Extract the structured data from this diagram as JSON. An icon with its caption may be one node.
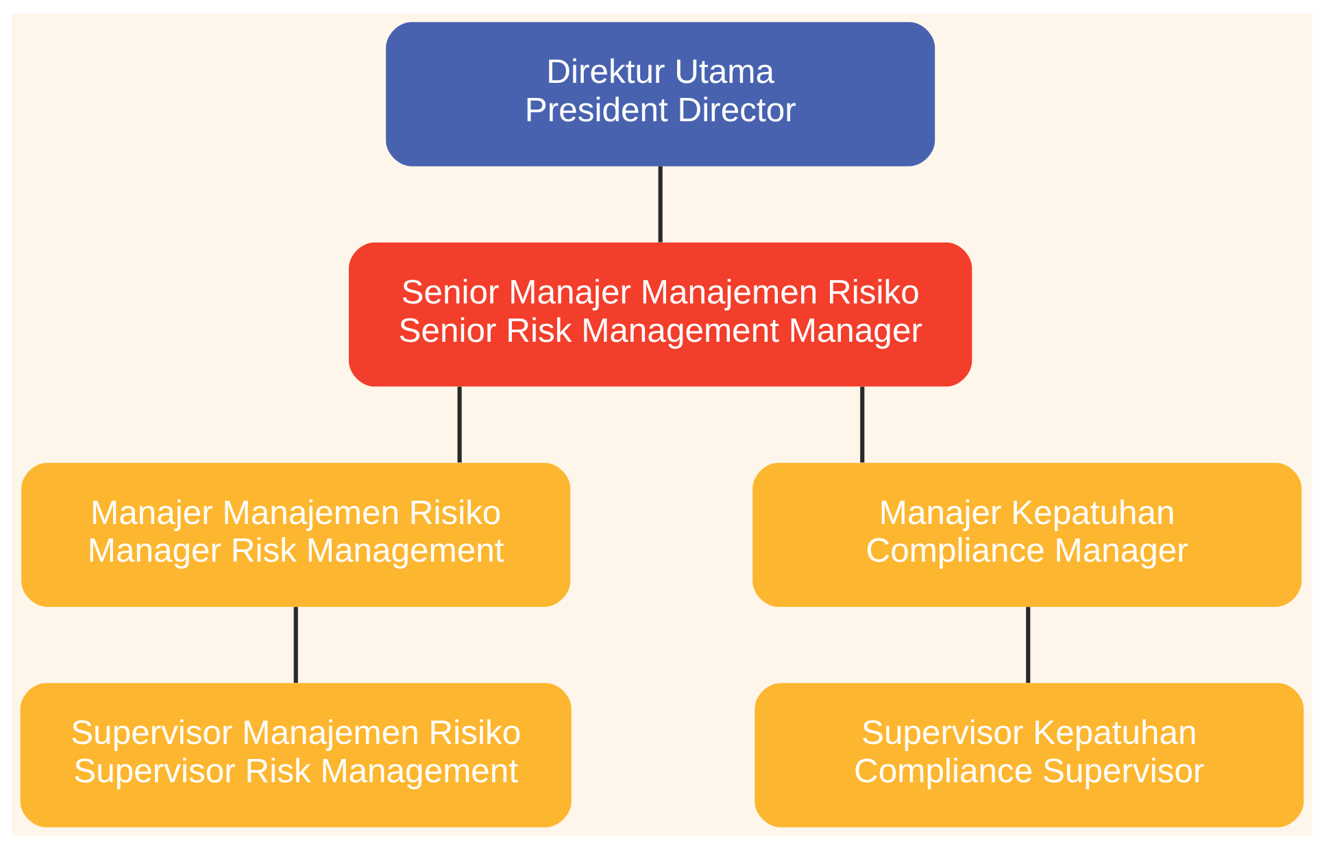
{
  "diagram": {
    "nodes": [
      {
        "text": [
          "Direktur Utama",
          "President Director"
        ]
      },
      {
        "text": [
          "Senior Manajer Manajemen Risiko",
          "Senior Risk Management Manager"
        ]
      },
      {
        "text": [
          "Manajer Manajemen Risiko",
          "Manager Risk Management"
        ]
      },
      {
        "text": [
          "Manajer Kepatuhan",
          "Compliance Manager"
        ]
      },
      {
        "text": [
          "Supervisor Manajemen Risiko",
          "Supervisor Risk Management"
        ]
      },
      {
        "text": [
          "Supervisor Kepatuhan",
          "Compliance Supervisor"
        ]
      }
    ],
    "edges": [
      {
        "from": 0,
        "to": 1,
        "arrow": "none"
      },
      {
        "from": 1,
        "to": 2,
        "arrow": "none"
      },
      {
        "from": 1,
        "to": 3,
        "arrow": "none"
      },
      {
        "from": 2,
        "to": 4,
        "arrow": "none"
      },
      {
        "from": 3,
        "to": 5,
        "arrow": "none"
      }
    ]
  }
}
